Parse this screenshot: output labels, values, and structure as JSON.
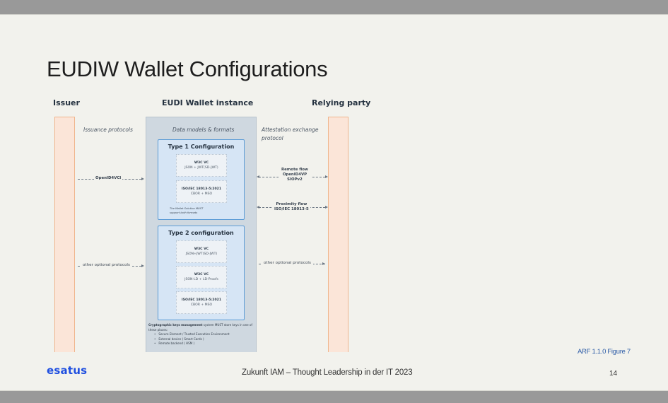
{
  "slide": {
    "title": "EUDIW Wallet Configurations",
    "figure_reference": "ARF 1.1.0 Figure 7",
    "logo": "esatus",
    "footer": "Zukunft IAM – Thought Leadership in der IT 2023",
    "page_number": "14"
  },
  "diagram": {
    "columns": {
      "issuer": "Issuer",
      "wallet": "EUDI Wallet instance",
      "relying_party": "Relying party"
    },
    "section_labels": {
      "issuance": "Issuance protocols",
      "data_models": "Data models & formats",
      "attestation_line1": "Attestation exchange",
      "attestation_line2": "protocol"
    },
    "type1": {
      "title": "Type 1 Configuration",
      "formats": [
        {
          "name": "W3C VC",
          "encoding": "JSON + JWT(SD-JWT)"
        },
        {
          "name": "ISO/IEC 18013-5:2021",
          "encoding": "CBOR + MSO"
        }
      ],
      "note": "The Wallet Solution MUST support both formats"
    },
    "type2": {
      "title": "Type 2 configuration",
      "formats": [
        {
          "name": "W3C VC",
          "encoding": "JSON+JWT(SD-JWT)"
        },
        {
          "name": "W3C VC",
          "encoding": "JSON-LD + LD-Proofs"
        },
        {
          "name": "ISO/IEC 18013-5:2021",
          "encoding": "CBOR + MSO"
        }
      ]
    },
    "key_management": {
      "lead_bold": "Cryptographic keys management",
      "lead_rest": " system MUST store keys in one of these places:",
      "items": [
        "Secure Element / Trusted Execution Environment",
        "External device ( Smart Cards )",
        "Remote backend ( HSM )"
      ]
    },
    "flows": {
      "issuer_openid": "OpenID4VCI",
      "issuer_other": "other optional protocols",
      "remote": [
        "Remote flow",
        "OpenID4VP",
        "SIOPv2"
      ],
      "proximity": [
        "Proximity flow",
        "ISO/IEC 18013-5"
      ],
      "rp_other": "other optional protocols"
    }
  },
  "colors": {
    "lane_fill": "#fbe5d8",
    "lane_border": "#f0b58c",
    "wallet_fill": "#cfd8e0",
    "config_fill": "#d6e5f5",
    "config_border": "#5b9bd6",
    "logo": "#1f4fe0",
    "figure_ref": "#2a5aa6"
  }
}
